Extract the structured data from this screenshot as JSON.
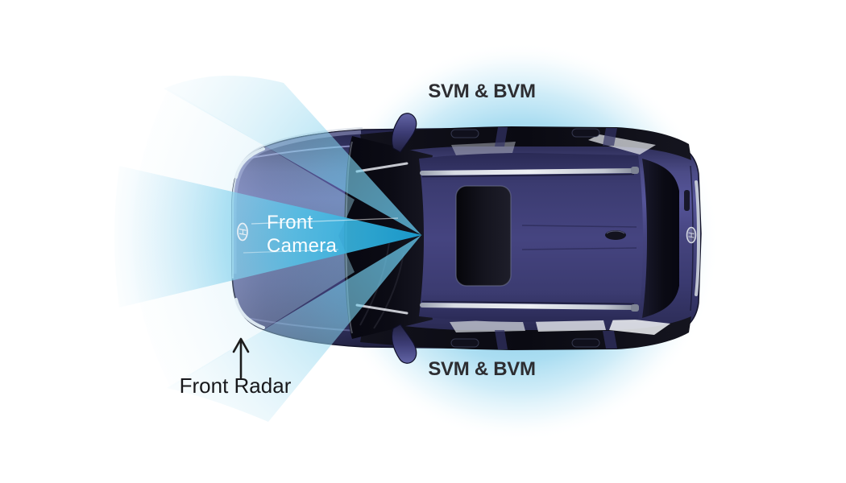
{
  "scene": {
    "type": "adas-sensor-coverage-diagram",
    "background": "#ffffff",
    "vehicle": {
      "badge_letter": "H",
      "body_color": "#4b4b86",
      "glass_color": "#0b0b14",
      "chrome_color": "#d5d9e2"
    },
    "zones": {
      "svm_bvm_top": {
        "label": "SVM & BVM",
        "color": "#7dc8e8"
      },
      "svm_bvm_bottom": {
        "label": "SVM & BVM",
        "color": "#7dc8e8"
      },
      "front_camera": {
        "label_line1": "Front",
        "label_line2": "Camera",
        "color": "#2fb0de"
      },
      "front_radar": {
        "label": "Front Radar",
        "color": "#8ed6ef"
      }
    }
  }
}
